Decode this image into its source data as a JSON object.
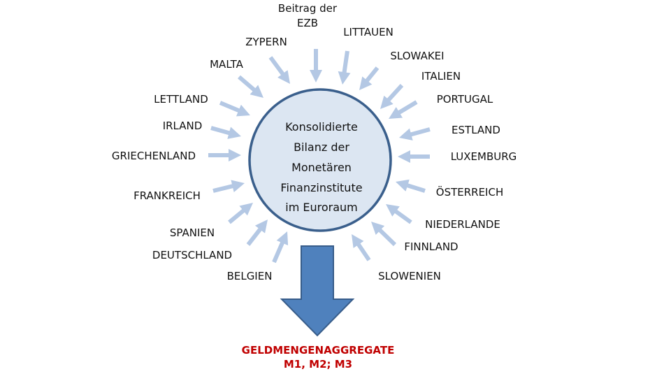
{
  "center": {
    "lines": [
      "Konsolidierte",
      "Bilanz der",
      "Monetären",
      "Finanzinstitute",
      "im Euroraum"
    ]
  },
  "contributors": [
    {
      "id": "ezb",
      "label": [
        "Beitrag der",
        "EZB"
      ]
    },
    {
      "id": "littauen",
      "label": [
        "LITTAUEN"
      ]
    },
    {
      "id": "slowakei",
      "label": [
        "SLOWAKEI"
      ]
    },
    {
      "id": "italien",
      "label": [
        "ITALIEN"
      ]
    },
    {
      "id": "portugal",
      "label": [
        "PORTUGAL"
      ]
    },
    {
      "id": "estland",
      "label": [
        "ESTLAND"
      ]
    },
    {
      "id": "luxemburg",
      "label": [
        "LUXEMBURG"
      ]
    },
    {
      "id": "oesterreich",
      "label": [
        "ÖSTERREICH"
      ]
    },
    {
      "id": "niederlande",
      "label": [
        "NIEDERLANDE"
      ]
    },
    {
      "id": "finnland",
      "label": [
        "FINNLAND"
      ]
    },
    {
      "id": "slowenien",
      "label": [
        "SLOWENIEN"
      ]
    },
    {
      "id": "zypern",
      "label": [
        "ZYPERN"
      ]
    },
    {
      "id": "malta",
      "label": [
        "MALTA"
      ]
    },
    {
      "id": "lettland",
      "label": [
        "LETTLAND"
      ]
    },
    {
      "id": "irland",
      "label": [
        "IRLAND"
      ]
    },
    {
      "id": "griechenland",
      "label": [
        "GRIECHENLAND"
      ]
    },
    {
      "id": "frankreich",
      "label": [
        "FRANKREICH"
      ]
    },
    {
      "id": "spanien",
      "label": [
        "SPANIEN"
      ]
    },
    {
      "id": "deutschland",
      "label": [
        "DEUTSCHLAND"
      ]
    },
    {
      "id": "belgien",
      "label": [
        "BELGIEN"
      ]
    }
  ],
  "output": {
    "line1": "GELDMENGENAGGREGATE",
    "line2": "M1, M2; M3"
  },
  "colors": {
    "arrow": "#b4c8e4",
    "circle_fill": "#dce6f2",
    "circle_stroke": "#3a5f8c",
    "big_arrow": "#4f81bd",
    "big_arrow_stroke": "#385d8a",
    "output_text": "#c00000"
  }
}
